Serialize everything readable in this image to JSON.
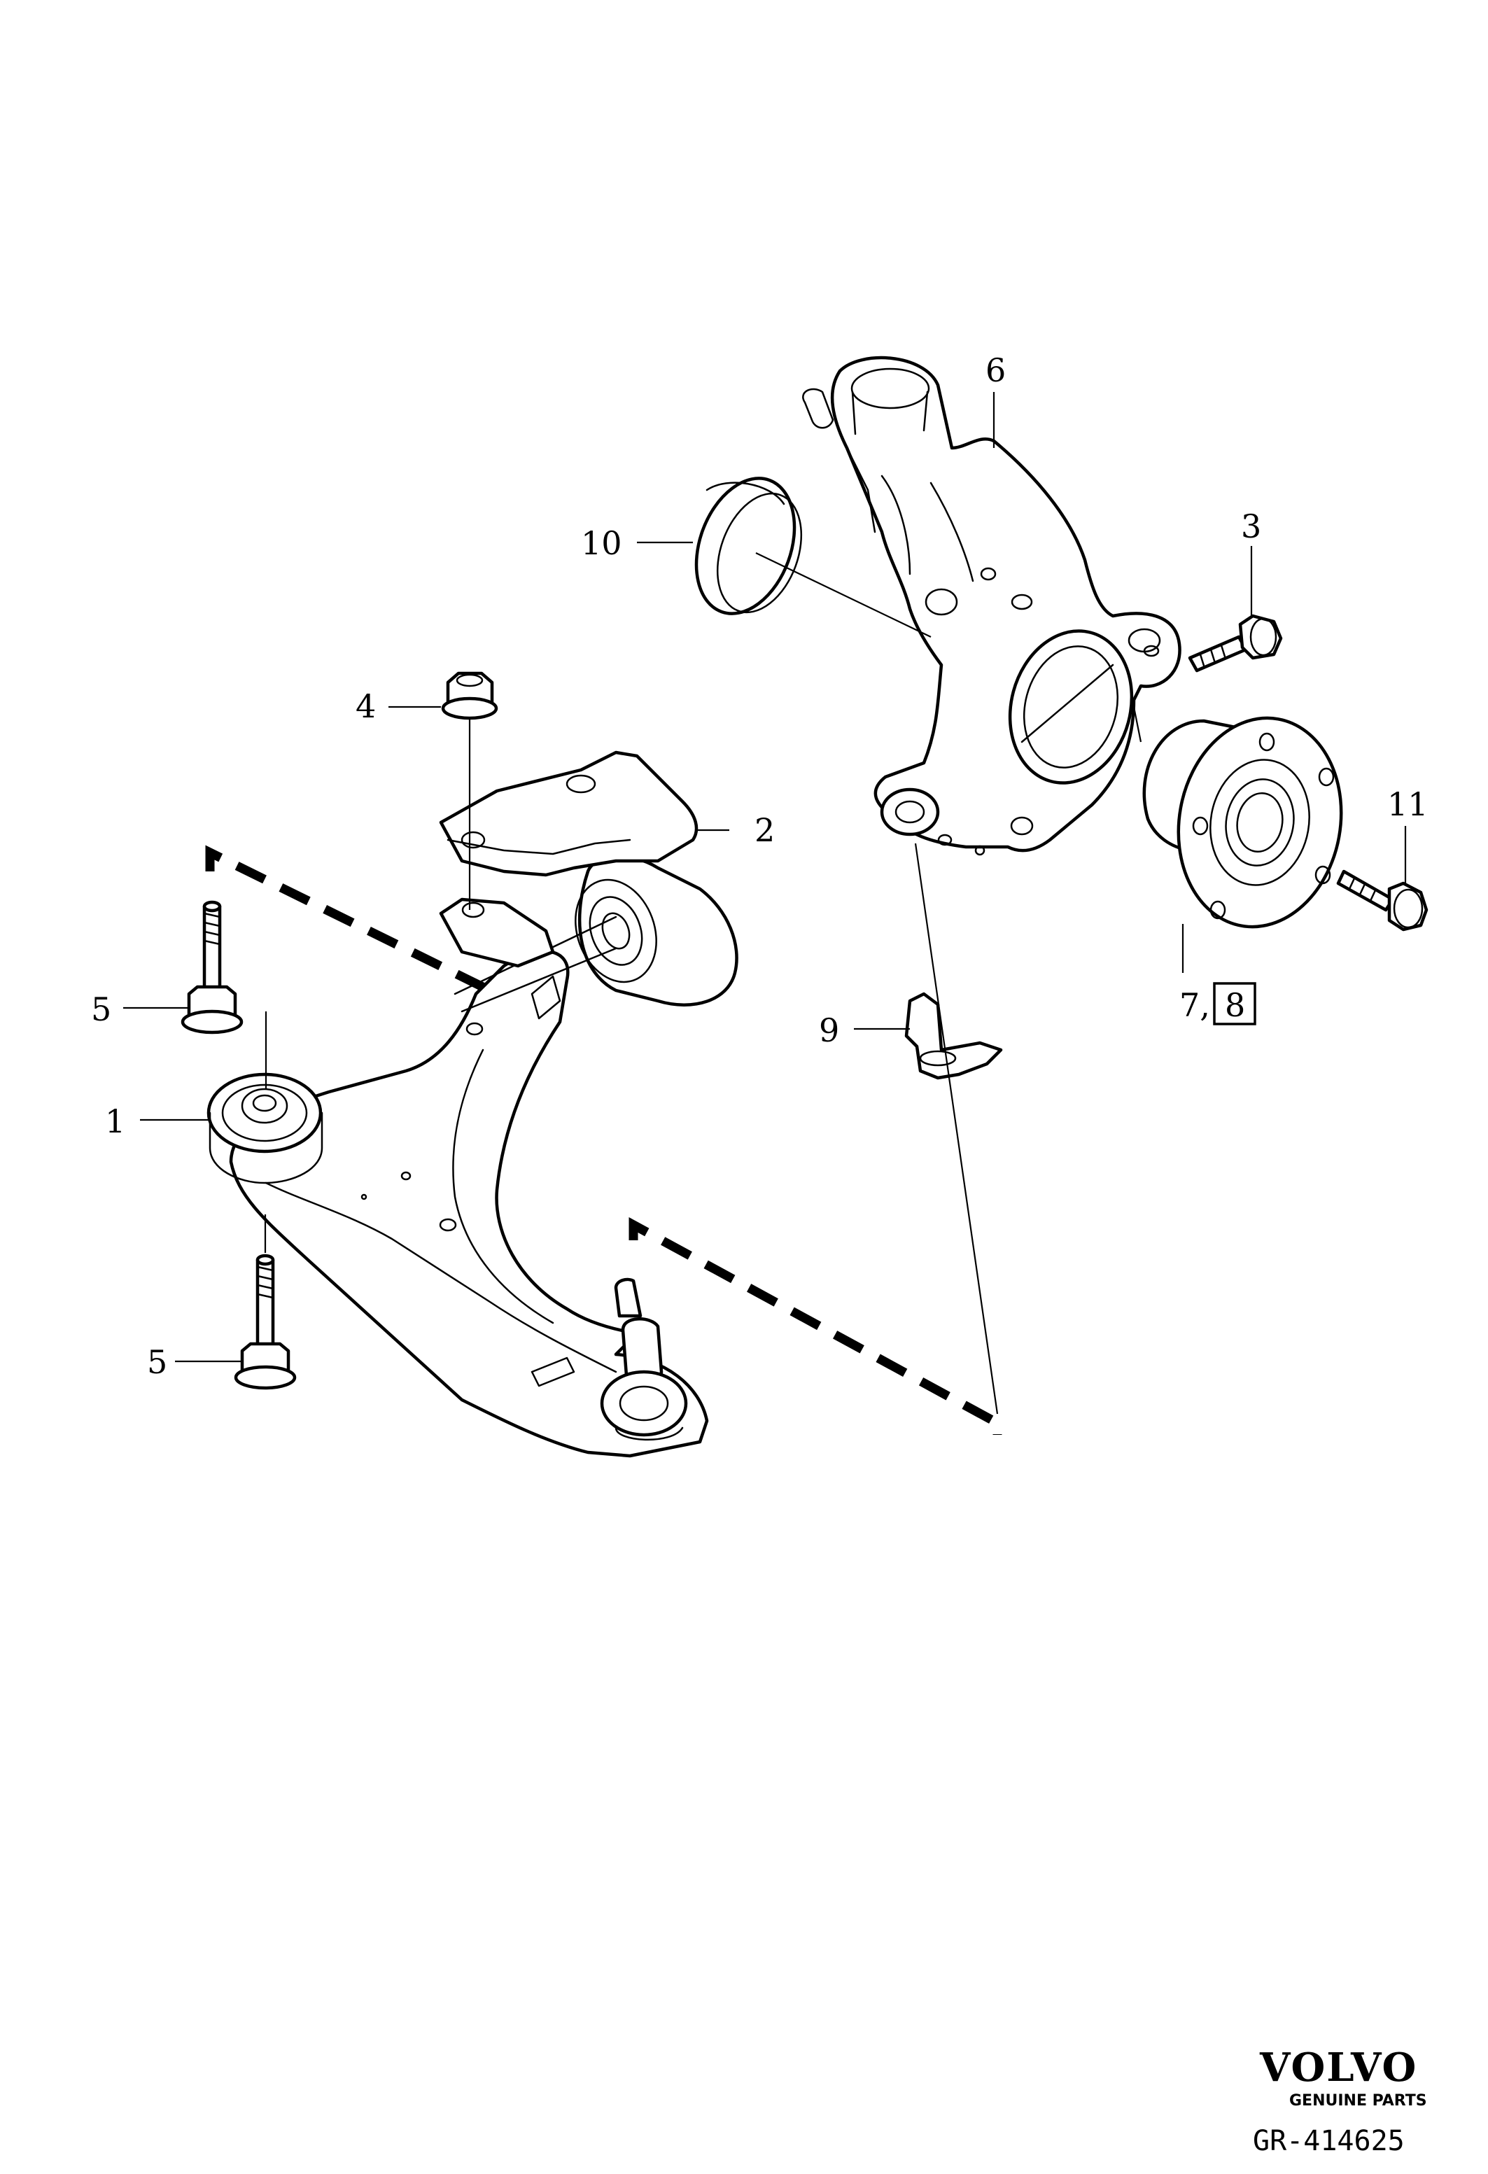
{
  "callouts": [
    {
      "id": "c1",
      "label": "1"
    },
    {
      "id": "c2",
      "label": "2"
    },
    {
      "id": "c3",
      "label": "3"
    },
    {
      "id": "c4",
      "label": "4"
    },
    {
      "id": "c5a",
      "label": "5"
    },
    {
      "id": "c5b",
      "label": "5"
    },
    {
      "id": "c6",
      "label": "6"
    },
    {
      "id": "c7",
      "label": "7,"
    },
    {
      "id": "c8",
      "label": "8"
    },
    {
      "id": "c9",
      "label": "9"
    },
    {
      "id": "c10",
      "label": "10"
    },
    {
      "id": "c11",
      "label": "11"
    }
  ],
  "brand": {
    "name": "VOLVO",
    "subtitle": "GENUINE PARTS",
    "reference": "GR-414625"
  },
  "colors": {
    "line": "#000000",
    "background": "#ffffff"
  }
}
